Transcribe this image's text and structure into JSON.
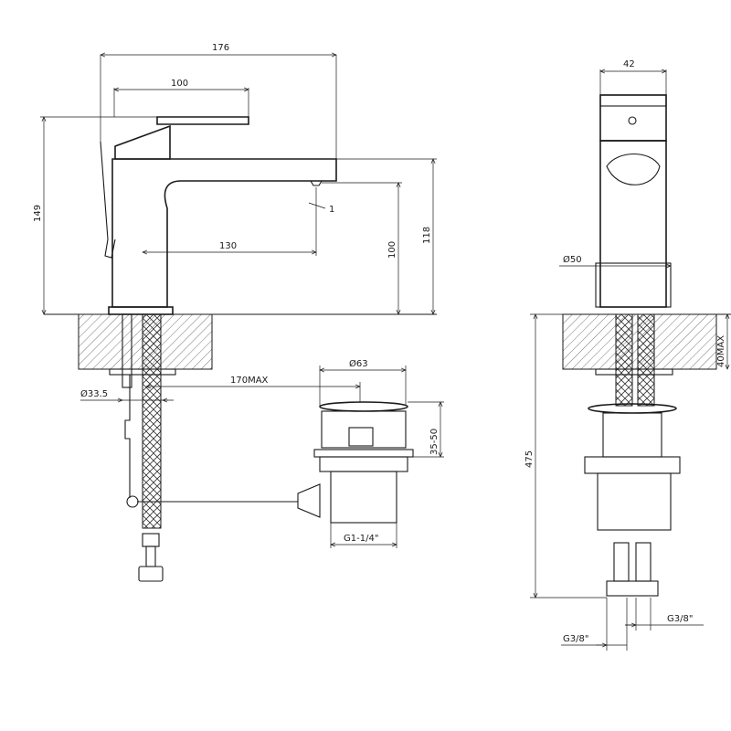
{
  "front_view": {
    "overall_length": "176",
    "handle_length": "100",
    "height": "149",
    "spout_reach": "130",
    "spout_height": "100",
    "body_height": "118",
    "aerator_mark": "1",
    "pipe_length": "170MAX",
    "hole_diameter": "Ø33.5"
  },
  "waste_view": {
    "diameter": "Ø63",
    "height_range": "35-50",
    "thread": "G1-1/4\""
  },
  "side_view": {
    "width": "42",
    "base_diameter": "Ø50",
    "max_deck": "40MAX",
    "total_height": "475",
    "thread_left": "G3/8\"",
    "thread_right": "G3/8\""
  }
}
